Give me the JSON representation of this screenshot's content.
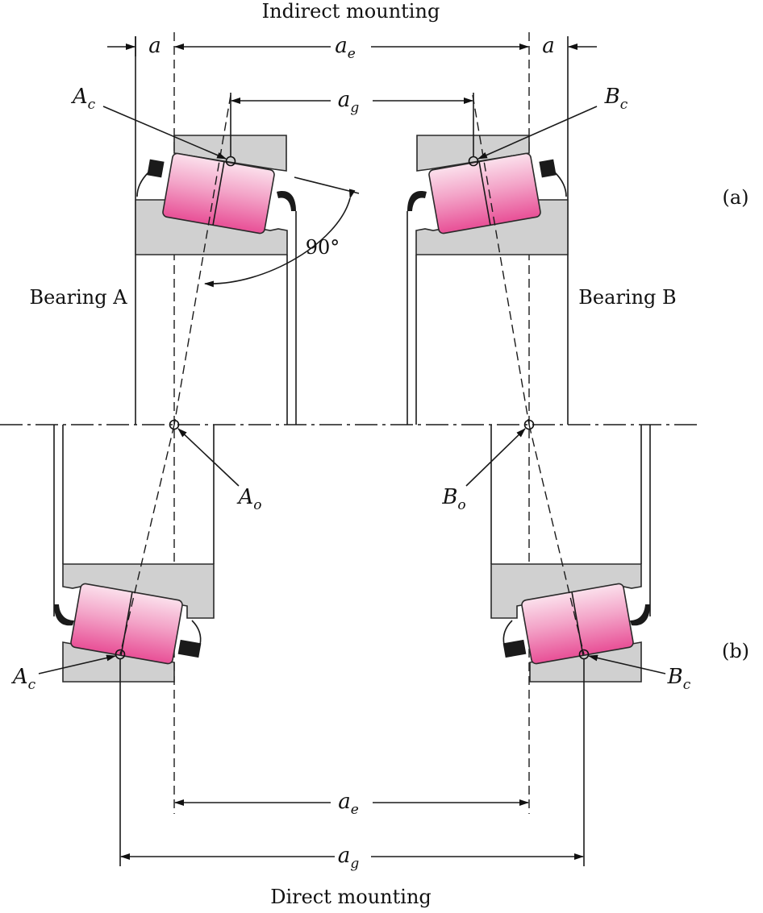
{
  "title_top": "Indirect mounting",
  "title_bottom": "Direct mounting",
  "part_a": "(a)",
  "part_b": "(b)",
  "bearing_a": "Bearing A",
  "bearing_b": "Bearing B",
  "angle": "90°",
  "dims": {
    "a_left": "a",
    "a_right": "a",
    "ae_top_main": "a",
    "ae_top_sub": "e",
    "ag_top_main": "a",
    "ag_top_sub": "g",
    "ae_bot_main": "a",
    "ae_bot_sub": "e",
    "ag_bot_main": "a",
    "ag_bot_sub": "g"
  },
  "points": {
    "ac_top_main": "A",
    "ac_top_sub": "c",
    "bc_top_main": "B",
    "bc_top_sub": "c",
    "ao_main": "A",
    "ao_sub": "o",
    "bo_main": "B",
    "bo_sub": "o",
    "ac_bot_main": "A",
    "ac_bot_sub": "c",
    "bc_bot_main": "B",
    "bc_bot_sub": "c"
  },
  "colors": {
    "roller_light": "#fbe0ec",
    "roller_dark": "#e84f96",
    "race": "#d0d0d0"
  }
}
